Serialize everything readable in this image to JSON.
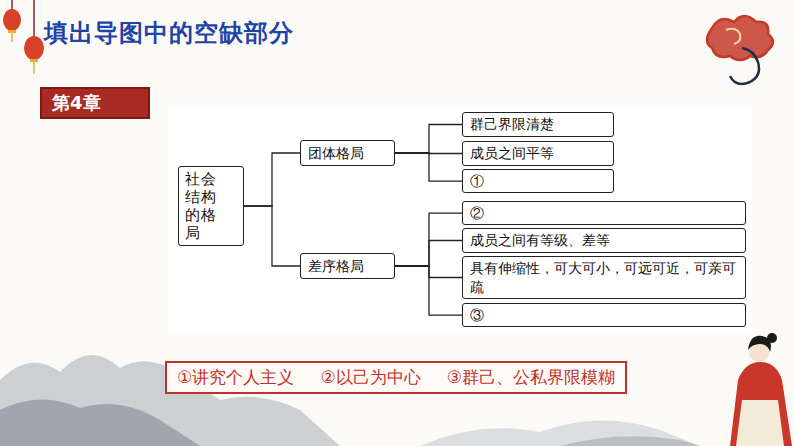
{
  "diagram": {
    "title": "填出导图中的空缺部分",
    "nodes": [
      {
        "text": [
          "第4章"
        ]
      },
      {
        "text": [
          "社会结构的格局"
        ]
      },
      {
        "text": [
          "团体格局"
        ]
      },
      {
        "text": [
          "群己界限清楚"
        ]
      },
      {
        "text": [
          "成员之间平等"
        ]
      },
      {
        "text": [
          "①"
        ]
      },
      {
        "text": [
          "差序格局"
        ]
      },
      {
        "text": [
          "②"
        ]
      },
      {
        "text": [
          "成员之间有等级、差等"
        ]
      },
      {
        "text": [
          "具有伸缩性，可大可小，可远可近，可亲可疏"
        ]
      },
      {
        "text": [
          "③"
        ]
      },
      {
        "text": [
          "①讲究个人主义",
          "②以己为中心",
          "③群己、公私界限模糊"
        ]
      }
    ],
    "edges": [
      {
        "from": 1,
        "to": 2,
        "arrow": "none"
      },
      {
        "from": 1,
        "to": 6,
        "arrow": "none"
      },
      {
        "from": 2,
        "to": 3,
        "arrow": "none"
      },
      {
        "from": 2,
        "to": 4,
        "arrow": "none"
      },
      {
        "from": 2,
        "to": 5,
        "arrow": "none"
      },
      {
        "from": 6,
        "to": 7,
        "arrow": "none"
      },
      {
        "from": 6,
        "to": 8,
        "arrow": "none"
      },
      {
        "from": 6,
        "to": 9,
        "arrow": "none"
      },
      {
        "from": 6,
        "to": 10,
        "arrow": "none"
      }
    ]
  }
}
